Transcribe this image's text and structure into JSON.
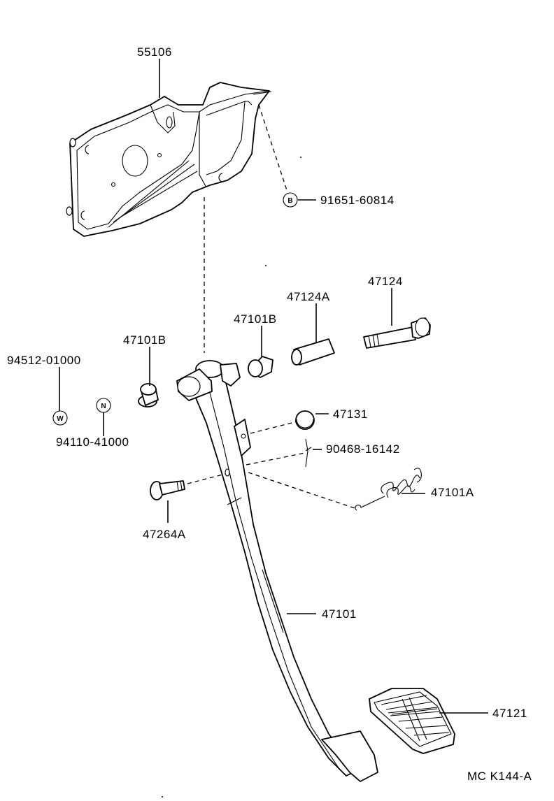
{
  "diagram": {
    "reference_code": "MC K144-A",
    "parts": [
      {
        "id": "55106",
        "label": "55106"
      },
      {
        "id": "91651-60814",
        "label": "91651-60814",
        "badge": "B"
      },
      {
        "id": "47124",
        "label": "47124"
      },
      {
        "id": "47124A",
        "label": "47124A"
      },
      {
        "id": "47101B-right",
        "label": "47101B"
      },
      {
        "id": "47101B-left",
        "label": "47101B"
      },
      {
        "id": "94512-01000",
        "label": "94512-01000",
        "badge": "W"
      },
      {
        "id": "94110-41000",
        "label": "94110-41000",
        "badge": "N"
      },
      {
        "id": "47131",
        "label": "47131"
      },
      {
        "id": "90468-16142",
        "label": "90468-16142"
      },
      {
        "id": "47101A",
        "label": "47101A"
      },
      {
        "id": "47264A",
        "label": "47264A"
      },
      {
        "id": "47101",
        "label": "47101"
      },
      {
        "id": "47121",
        "label": "47121"
      }
    ]
  }
}
